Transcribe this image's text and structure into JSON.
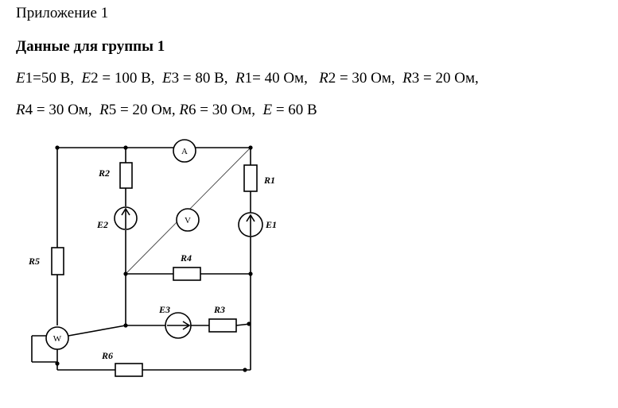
{
  "header": {
    "appendix": "Приложение 1",
    "group_title": "Данные для группы 1"
  },
  "params": {
    "line1": [
      {
        "sym": "E",
        "rest": "1=50 В,  "
      },
      {
        "sym": "E",
        "rest": "2 = 100 В,  "
      },
      {
        "sym": "E",
        "rest": "3 = 80 В,  "
      },
      {
        "sym": "R",
        "rest": "1= 40 Ом,   "
      },
      {
        "sym": "R",
        "rest": "2 = 30 Ом,  "
      },
      {
        "sym": "R",
        "rest": "3 = 20 Ом,"
      }
    ],
    "line2": [
      {
        "sym": "R",
        "rest": "4 = 30 Ом,  "
      },
      {
        "sym": "R",
        "rest": "5 = 20 Ом, "
      },
      {
        "sym": "R",
        "rest": "6 = 30 Ом,  "
      },
      {
        "sym": "E",
        "rest": " = 60 В"
      }
    ]
  },
  "circuit": {
    "labels": {
      "R1": "R1",
      "R2": "R2",
      "R3": "R3",
      "R4": "R4",
      "R5": "R5",
      "R6": "R6",
      "E1": "E1",
      "E2": "E2",
      "E3": "E3"
    },
    "meters": {
      "ammeter": "A",
      "voltmeter": "V",
      "wattmeter": "W"
    }
  }
}
